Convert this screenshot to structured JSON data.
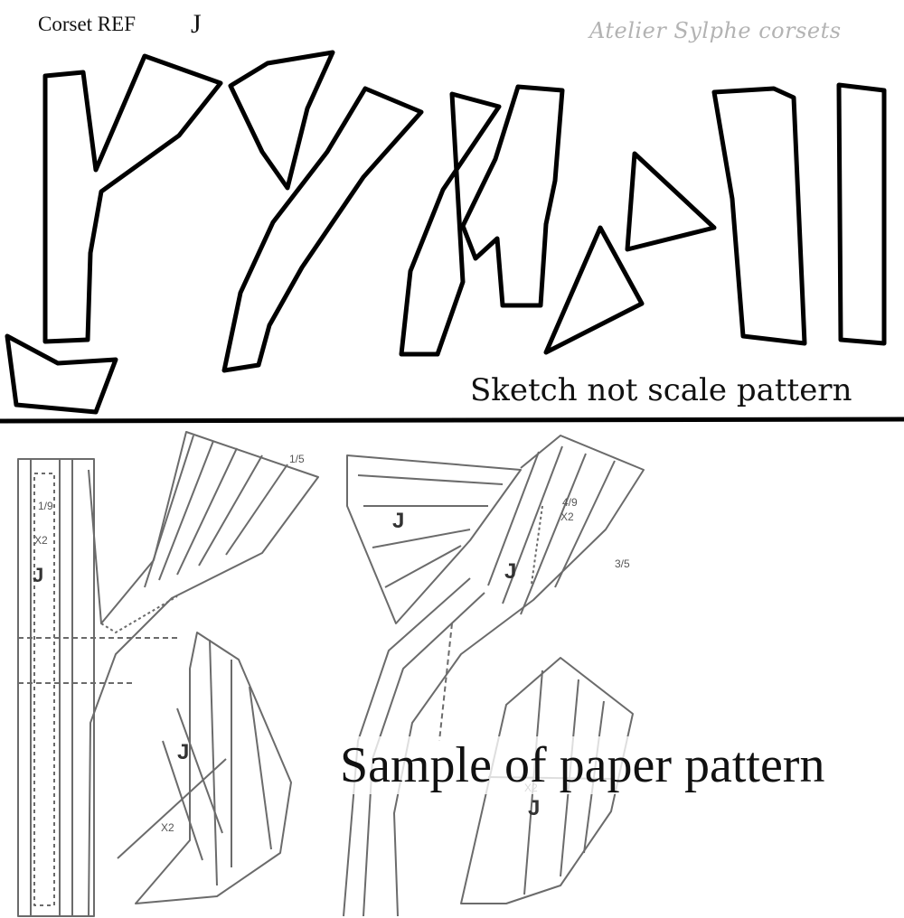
{
  "header": {
    "title_prefix": "Corset REF",
    "title_letter": "J",
    "watermark": "Atelier Sylphe corsets"
  },
  "sketch": {
    "caption": "Sketch not scale pattern"
  },
  "paper_pattern": {
    "caption": "Sample of paper pattern"
  },
  "colors": {
    "outline": "#000000",
    "paper_line": "#6b6b6b",
    "watermark": "#b3b3b3"
  }
}
